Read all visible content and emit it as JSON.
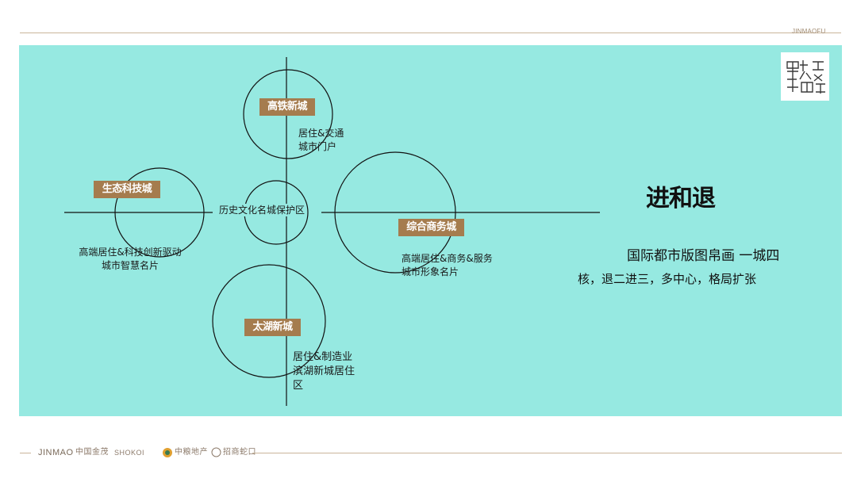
{
  "header": {
    "brand": "JINMAOFU"
  },
  "diagram": {
    "center_label": "历史文化名城保护区",
    "nodes": [
      {
        "id": "gaotie",
        "tag": "高铁新城",
        "desc": [
          "居住&交通",
          "城市门户"
        ]
      },
      {
        "id": "shengtai",
        "tag": "生态科技城",
        "desc": [
          "高端居住&科技创新驱动",
          "城市智慧名片"
        ]
      },
      {
        "id": "zonghe",
        "tag": "综合商务城",
        "desc": [
          "高端居住&商务&服务",
          "城市形象名片"
        ]
      },
      {
        "id": "taihu",
        "tag": "太湖新城",
        "desc": [
          "居住&制造业",
          "滨湖新城居住",
          "区"
        ]
      }
    ]
  },
  "side": {
    "title": "进和退",
    "line1": "国际都市版图帛画   一城四",
    "line2": "核，退二进三，多中心，格局扩张"
  },
  "footer": {
    "logos": [
      "JINMAO",
      "中国金茂",
      "SHOKOI",
      "中粮地产",
      "招商蛇口"
    ]
  },
  "colors": {
    "panel": "#96e9e1",
    "tag": "#a57c4e",
    "rule": "#c9b59a"
  }
}
